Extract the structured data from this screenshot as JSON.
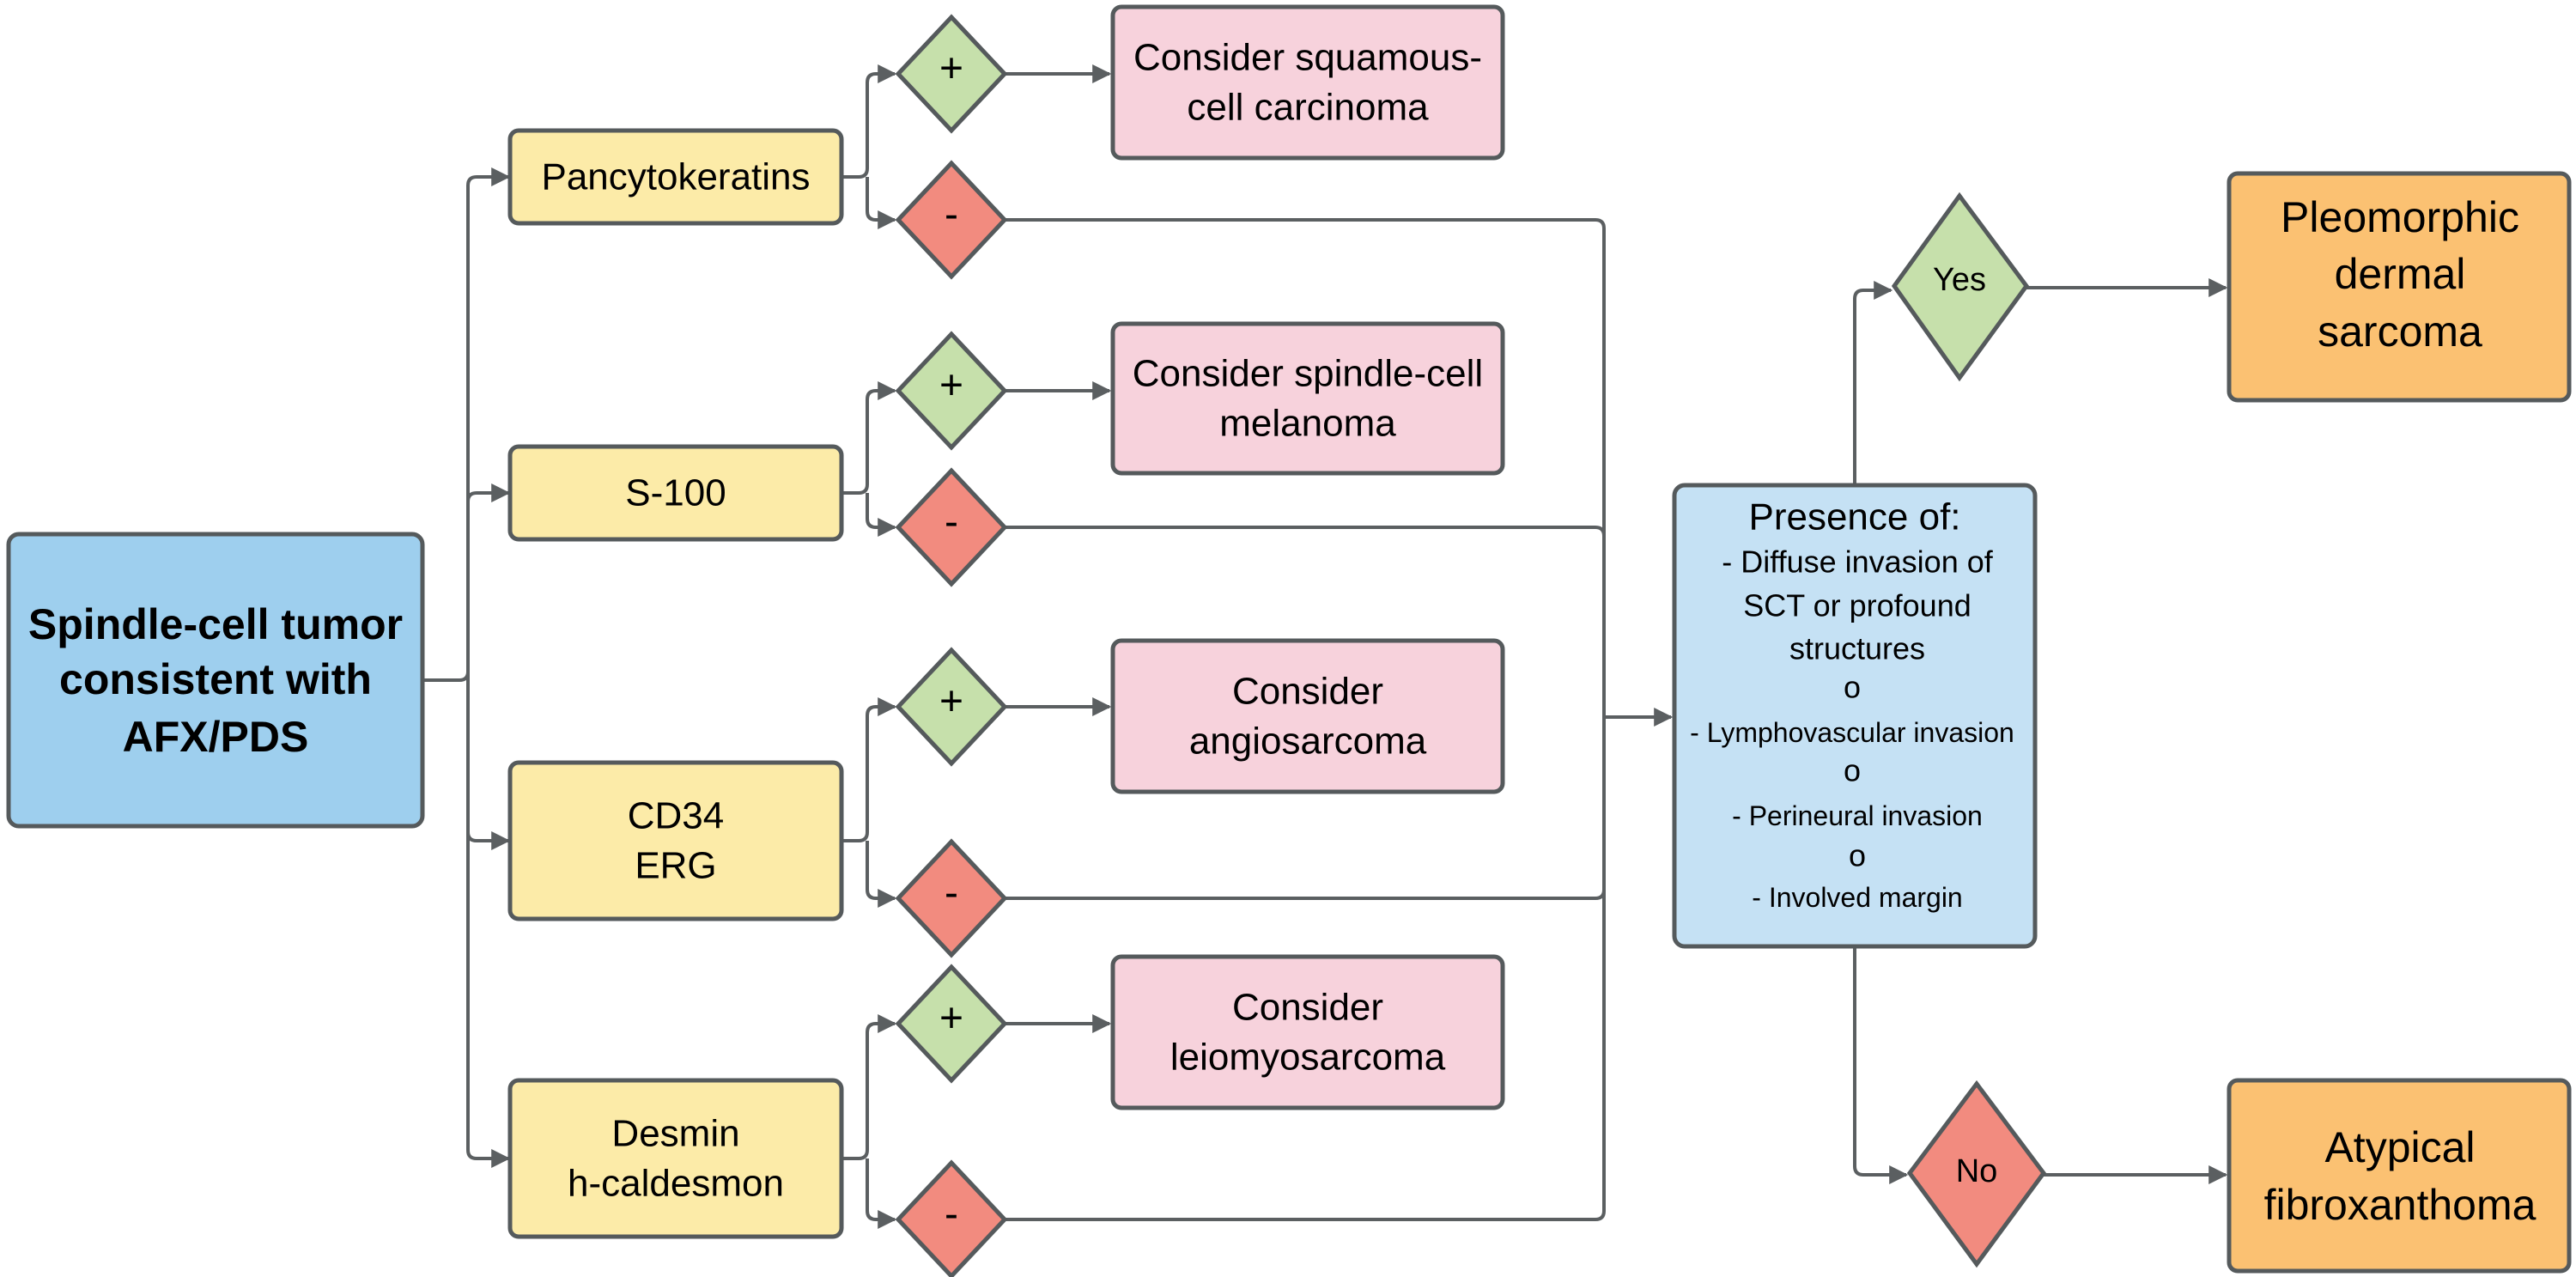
{
  "colors": {
    "start": "#9ecfee",
    "marker": "#fceba8",
    "consider": "#f7d2dc",
    "positive": "#c6e0ab",
    "negative": "#f28b7f",
    "presence": "#c5e1f4",
    "result": "#fbc172",
    "line": "#5b5f61"
  },
  "start": {
    "lines": [
      "Spindle-cell tumor",
      "consistent with",
      "AFX/PDS"
    ]
  },
  "markers": [
    {
      "lines": [
        "Pancytokeratins"
      ],
      "positive_label": "+",
      "negative_label": "-",
      "consider": [
        "Consider squamous-",
        "cell carcinoma"
      ]
    },
    {
      "lines": [
        "S-100"
      ],
      "positive_label": "+",
      "negative_label": "-",
      "consider": [
        "Consider spindle-cell",
        "melanoma"
      ]
    },
    {
      "lines": [
        "CD34",
        "ERG"
      ],
      "positive_label": "+",
      "negative_label": "-",
      "consider": [
        "Consider",
        "angiosarcoma"
      ]
    },
    {
      "lines": [
        "Desmin",
        "h-caldesmon"
      ],
      "positive_label": "+",
      "negative_label": "-",
      "consider": [
        "Consider",
        "leiomyosarcoma"
      ]
    }
  ],
  "presence": {
    "title": "Presence of:",
    "lines": [
      "- Diffuse invasion of",
      "SCT or profound",
      "structures",
      "o",
      "- Lymphovascular invasion",
      "o",
      "- Perineural invasion",
      "o",
      "- Involved margin"
    ]
  },
  "decisions": {
    "yes": "Yes",
    "no": "No"
  },
  "results": {
    "yes": [
      "Pleomorphic",
      "dermal",
      "sarcoma"
    ],
    "no": [
      "Atypical",
      "fibroxanthoma"
    ]
  }
}
